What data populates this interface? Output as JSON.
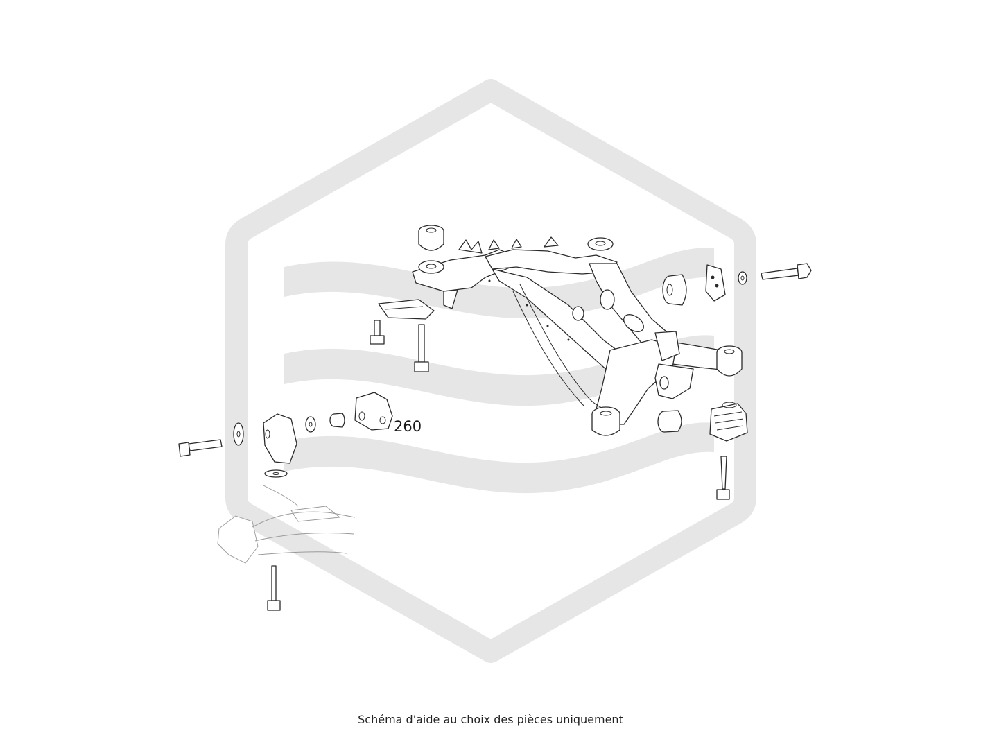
{
  "diagram": {
    "caption": "Schéma d'aide au choix des pièces uniquement",
    "callouts": [
      {
        "id": "260",
        "label": "260"
      }
    ]
  },
  "colors": {
    "watermark": "#e6e6e6",
    "line": "#2a2a2a",
    "ghost_line": "#9a9a9a",
    "text": "#222222",
    "background": "#ffffff"
  },
  "icons": {
    "watermark": "hexagon-waves-logo"
  }
}
